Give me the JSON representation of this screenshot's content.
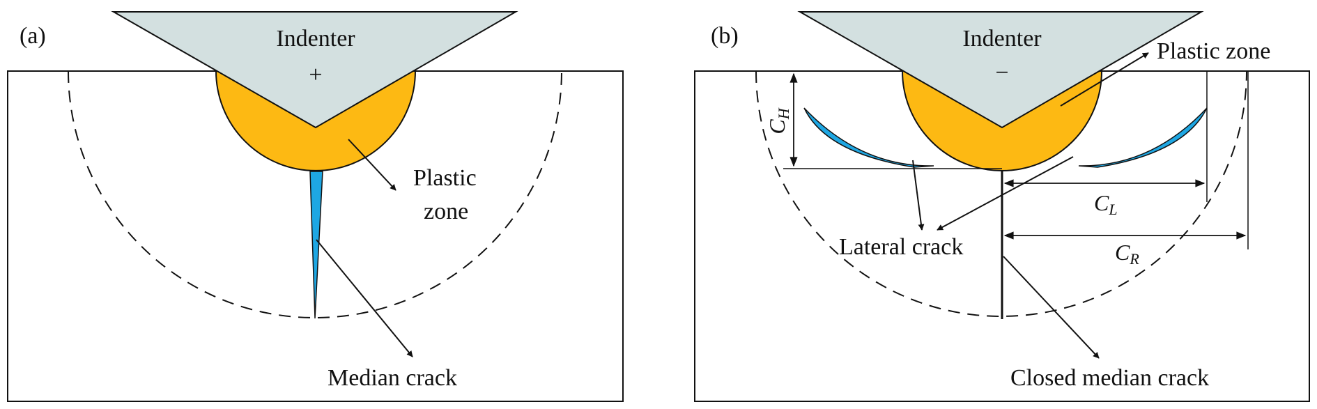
{
  "colors": {
    "indenter_fill": "#d3e0e0",
    "plastic_zone_fill": "#fdb913",
    "crack_fill": "#1ea7e3",
    "line": "#111111",
    "background": "#ffffff"
  },
  "panel_a": {
    "tag": "(a)",
    "indenter_label": "Indenter",
    "load_sign": "+",
    "plastic_zone_line1": "Plastic",
    "plastic_zone_line2": "zone",
    "median_crack_label": "Median crack"
  },
  "panel_b": {
    "tag": "(b)",
    "indenter_label": "Indenter",
    "load_sign": "−",
    "plastic_zone_label": "Plastic zone",
    "lateral_crack_label": "Lateral crack",
    "closed_median_crack_label": "Closed median crack",
    "ch": {
      "symbol": "C",
      "subscript": "H"
    },
    "cl": {
      "symbol": "C",
      "subscript": "L"
    },
    "cr": {
      "symbol": "C",
      "subscript": "R"
    }
  }
}
